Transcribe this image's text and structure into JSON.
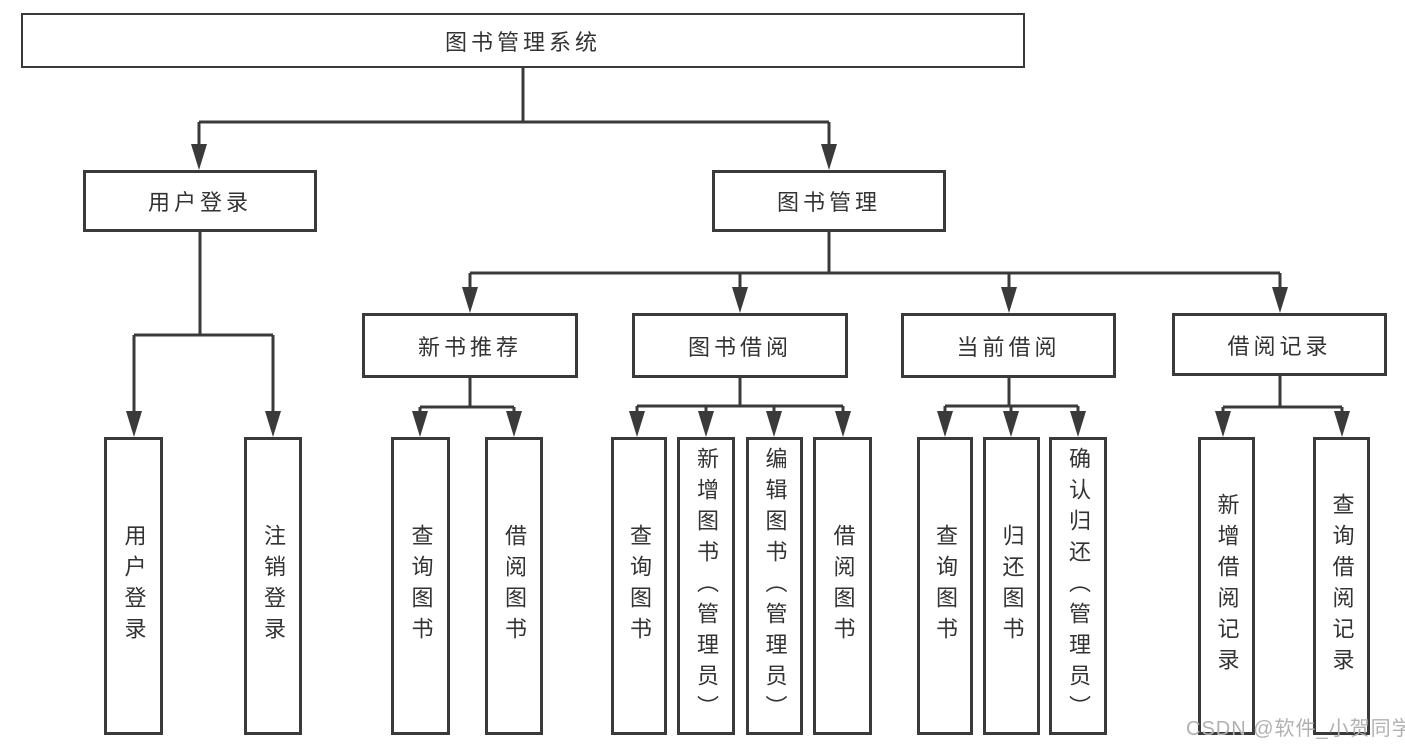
{
  "diagram": {
    "title": "图书管理系统",
    "root": {
      "label": "图书管理系统"
    },
    "branches": [
      {
        "label": "用户登录",
        "children": [
          {
            "label": "用户登录"
          },
          {
            "label": "注销登录"
          }
        ]
      },
      {
        "label": "图书管理",
        "children": [
          {
            "label": "新书推荐",
            "children": [
              {
                "label": "查询图书"
              },
              {
                "label": "借阅图书"
              }
            ]
          },
          {
            "label": "图书借阅",
            "children": [
              {
                "label": "查询图书"
              },
              {
                "label": "新增图书（管理员）"
              },
              {
                "label": "编辑图书（管理员）"
              },
              {
                "label": "借阅图书"
              }
            ]
          },
          {
            "label": "当前借阅",
            "children": [
              {
                "label": "查询图书"
              },
              {
                "label": "归还图书"
              },
              {
                "label": "确认归还（管理员）"
              }
            ]
          },
          {
            "label": "借阅记录",
            "children": [
              {
                "label": "新增借阅记录"
              },
              {
                "label": "查询借阅记录"
              }
            ]
          }
        ]
      }
    ],
    "colors": {
      "line": "#3a3a3a",
      "text": "#333333",
      "box_fill": "#ffffff",
      "watermark": "#b1b1b1"
    }
  },
  "watermark": {
    "text": "CSDN @软件_小贺同学"
  }
}
